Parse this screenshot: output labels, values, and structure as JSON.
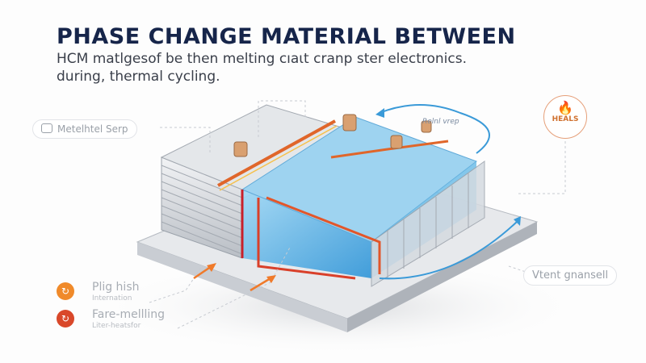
{
  "header": {
    "title": "PHASE CHANGE MATERIAL BETWEEN",
    "subtitle_line1": "HCM matlgesof be then melting cıaɩt cranp ster electronics.",
    "subtitle_line2": "during, thermal cycling."
  },
  "labels": {
    "top_left": "Metelhtel Serp",
    "top_arrow": "Relnl vrep",
    "heals": "HEALS",
    "right": "Vtent gnansell"
  },
  "legend": [
    {
      "title": "Plig hish",
      "subtitle": "Internation",
      "color": "#f08a2a",
      "icon": "refresh-icon"
    },
    {
      "title": "Fare-mellling",
      "subtitle": "Liter-heatsfor",
      "color": "#d9482a",
      "icon": "refresh-icon"
    }
  ],
  "colors": {
    "title": "#16254a",
    "accent_orange": "#f07a2a",
    "pcm_blue": "#3aa8e0",
    "heat_red": "#c8202a"
  }
}
